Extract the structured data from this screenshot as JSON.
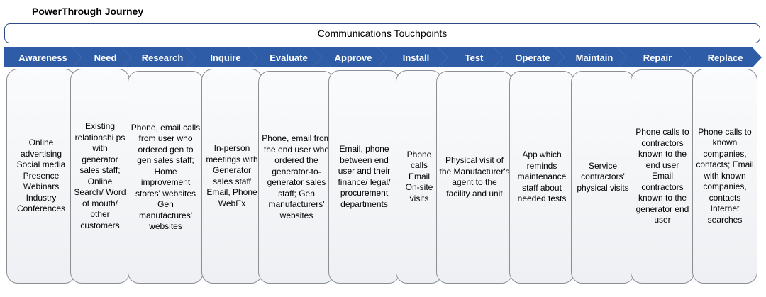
{
  "title": "PowerThrough Journey",
  "touchpoints_label": "Communications Touchpoints",
  "phases": [
    "Awareness",
    "Need",
    "Research",
    "Inquire",
    "Evaluate",
    "Approve",
    "Install",
    "Test",
    "Operate",
    "Maintain",
    "Repair",
    "Replace"
  ],
  "touchpoints": [
    "Online advertising\nSocial media Presence\nWebinars\nIndustry Conferences",
    "Existing relationshi ps with generator sales staff; Online Search/ Word of mouth/ other customers",
    "Phone, email calls from user who ordered gen to gen sales staff; Home improvement stores' websites\nGen manufactures' websites",
    "In-person meetings with Generator sales staff\nEmail, Phone WebEx",
    "Phone, email from the end user who ordered the generator-to-generator sales staff; Gen manufacturers' websites",
    "Email, phone between end user and their finance/ legal/ procurement departments",
    "Phone calls\nEmail\nOn-site visits",
    "Physical visit of the Manufacturer's agent to the facility and unit",
    "App which reminds maintenance staff about needed tests",
    "Service contractors' physical visits",
    "Phone calls to contractors known to the end user\nEmail contractors known to the generator end user",
    "Phone calls to known companies, contacts; Email with known companies, contacts\nInternet searches"
  ]
}
